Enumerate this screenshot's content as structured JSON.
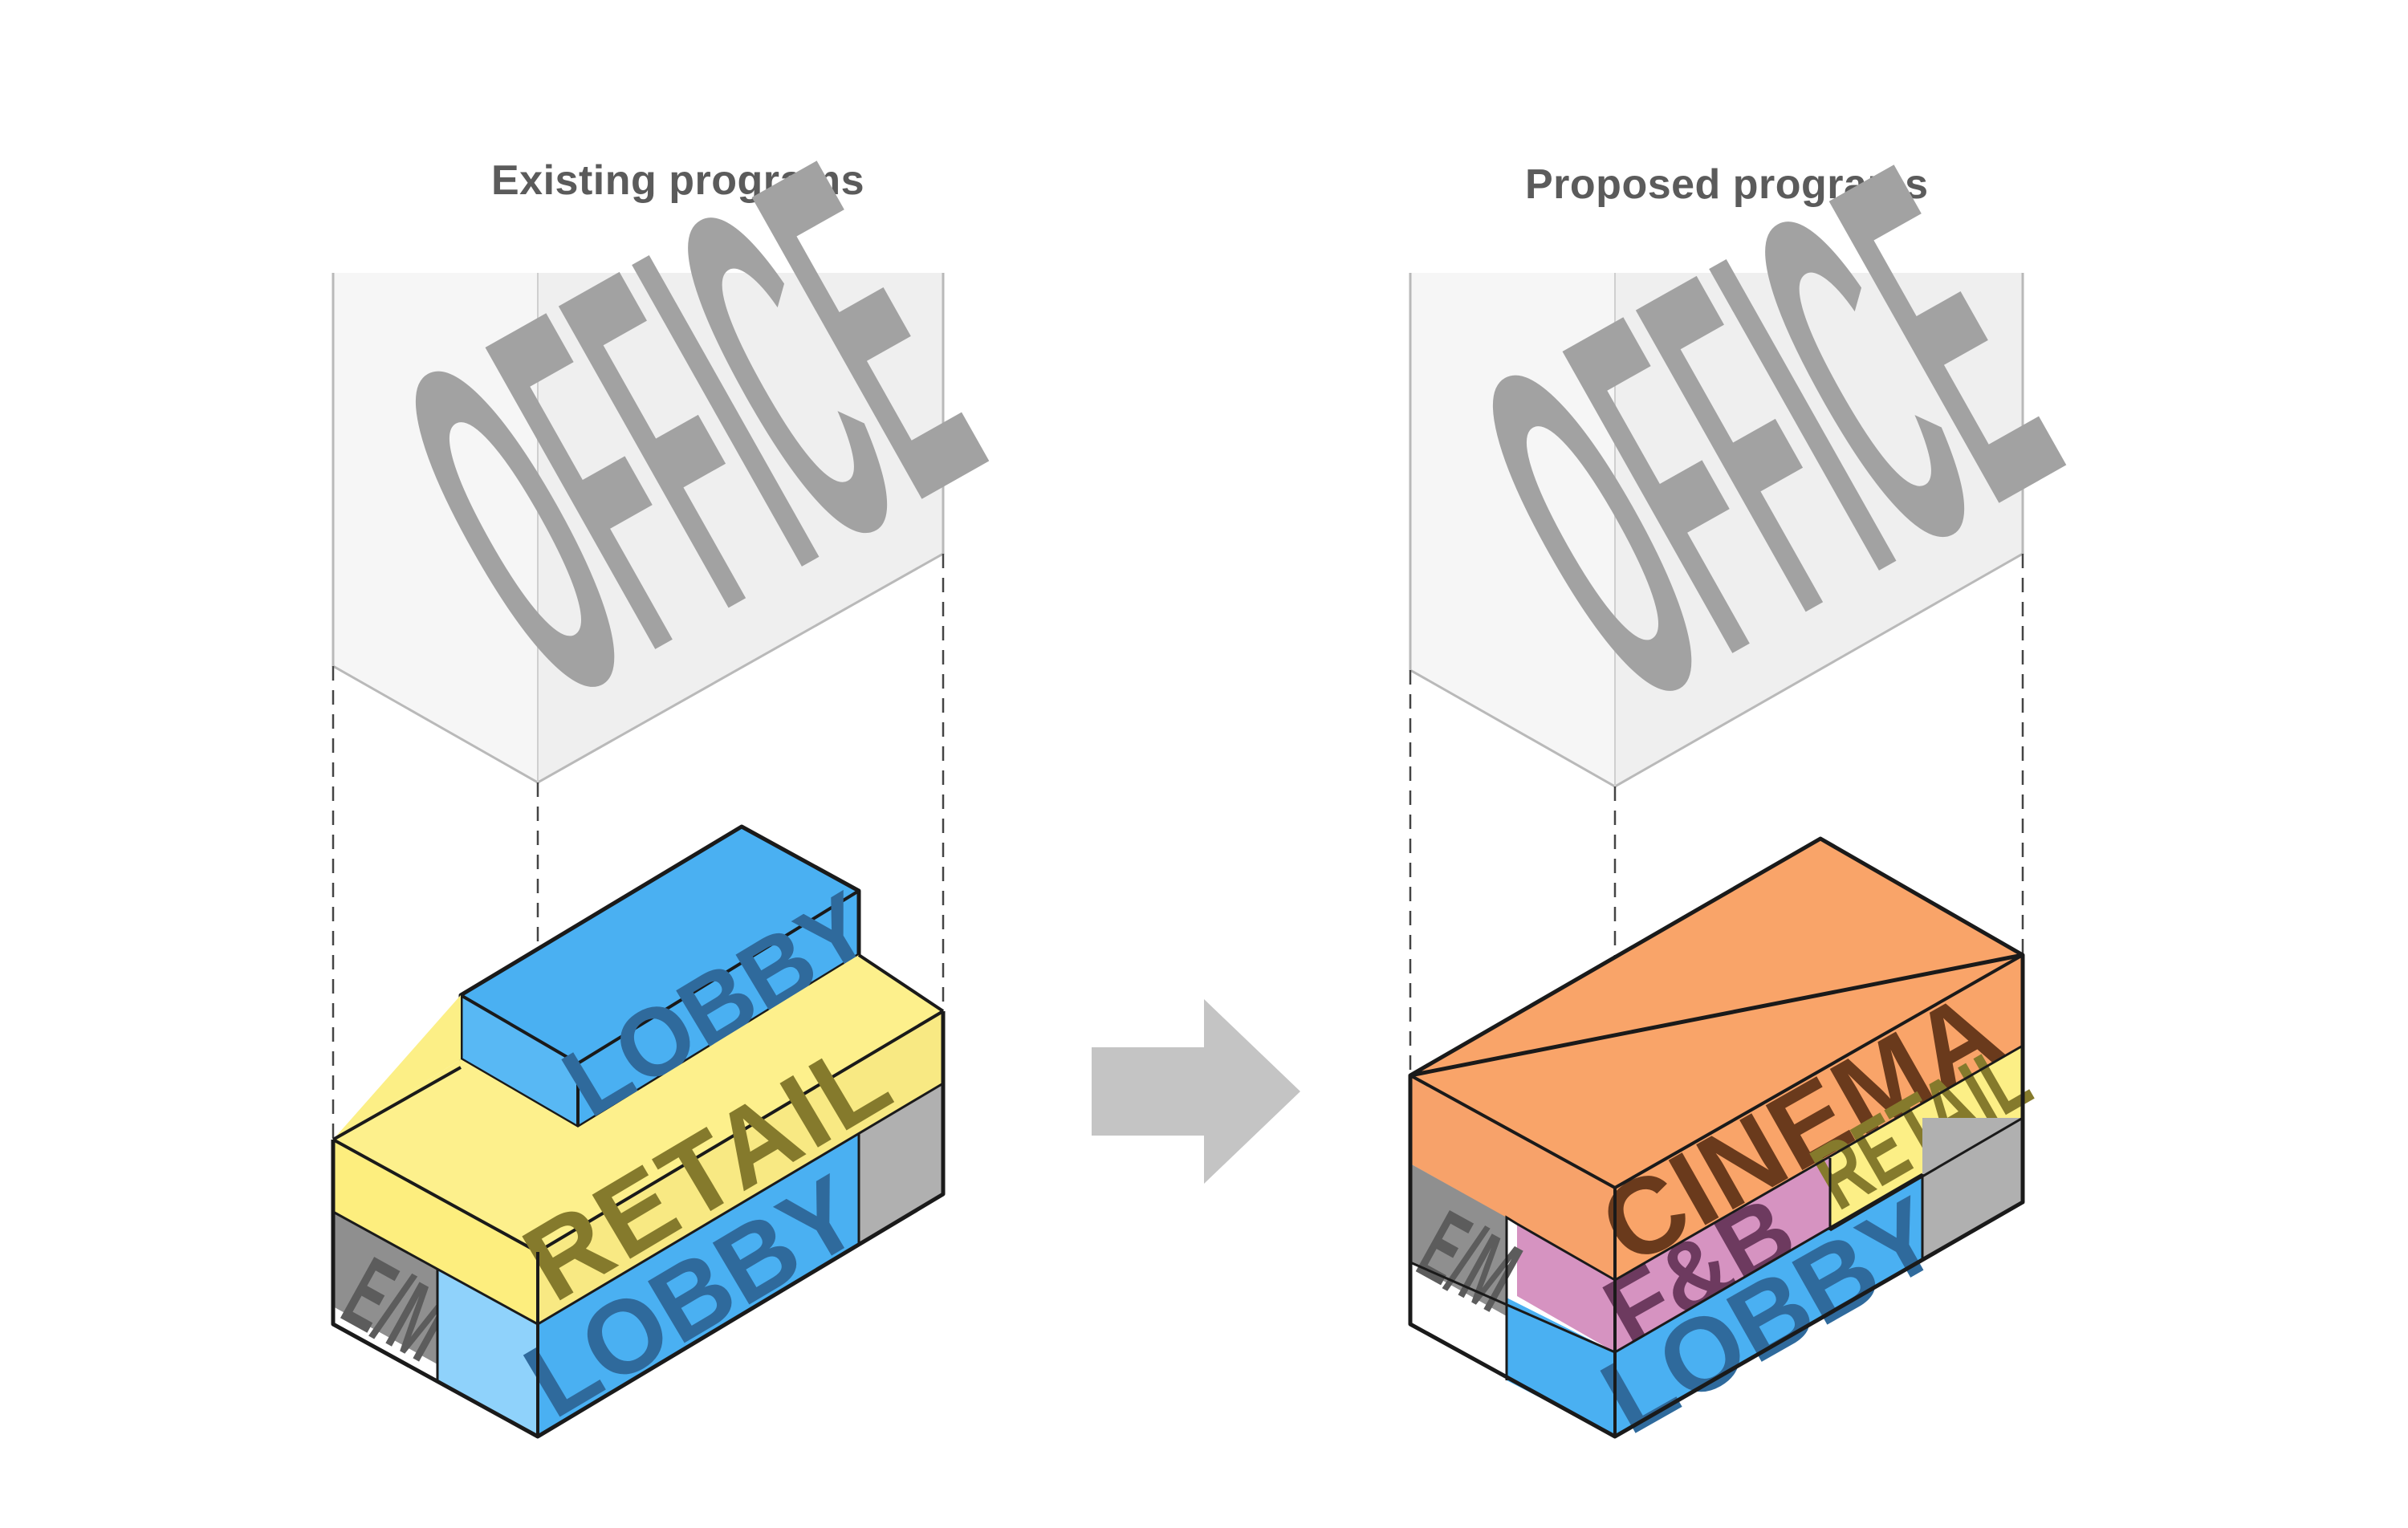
{
  "panels": {
    "existing": {
      "title": "Existing programs",
      "office_label": "OFFICE",
      "blocks": {
        "lobby_upper": "LOBBY",
        "retail": "RETAIL",
        "lobby_lower": "LOBBY",
        "em": "E/M"
      }
    },
    "proposed": {
      "title": "Proposed programs",
      "office_label": "OFFICE",
      "blocks": {
        "cinema": "CINEMA",
        "fnb": "F&B",
        "retail": "RETAIL",
        "lobby": "LOBBY",
        "em": "E/M"
      }
    }
  },
  "colors": {
    "office_face": "#f4f4f4",
    "office_text": "#9e9e9e",
    "lobby": "#4ab0f2",
    "retail": "#fcef86",
    "cinema": "#f9a469",
    "fnb": "#d693c1",
    "em": "#b0b0b0",
    "arrow": "#c4c4c4"
  }
}
